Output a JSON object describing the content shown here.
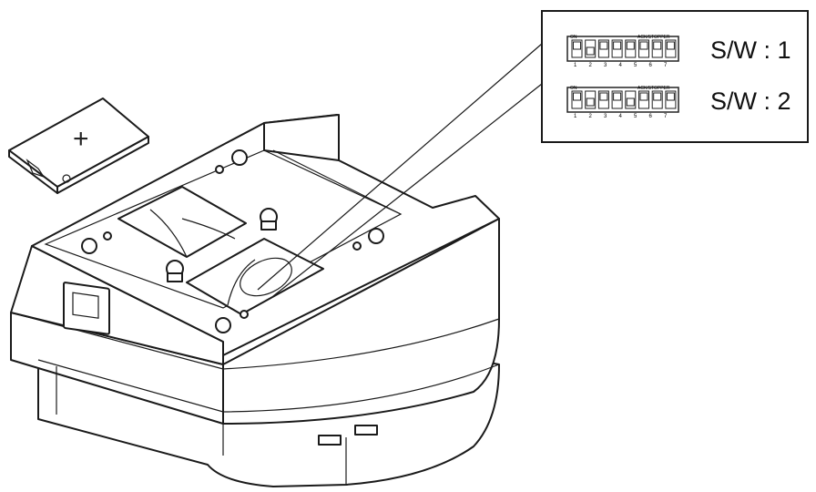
{
  "callout": {
    "rows": [
      {
        "label": "S/W : 1",
        "switch_states": [
          0,
          1,
          0,
          0,
          0,
          0,
          0,
          0
        ]
      },
      {
        "label": "S/W : 2",
        "switch_states": [
          0,
          1,
          0,
          0,
          1,
          0,
          0,
          0
        ]
      }
    ],
    "dip_header": "ON",
    "dip_header_right": "ACK/STOPPER",
    "dip_numbers": [
      "1",
      "2",
      "3",
      "4",
      "5",
      "6",
      "7"
    ]
  },
  "cover": {
    "symbol": "+"
  },
  "colors": {
    "line": "#1a1a1a",
    "background": "#ffffff"
  }
}
